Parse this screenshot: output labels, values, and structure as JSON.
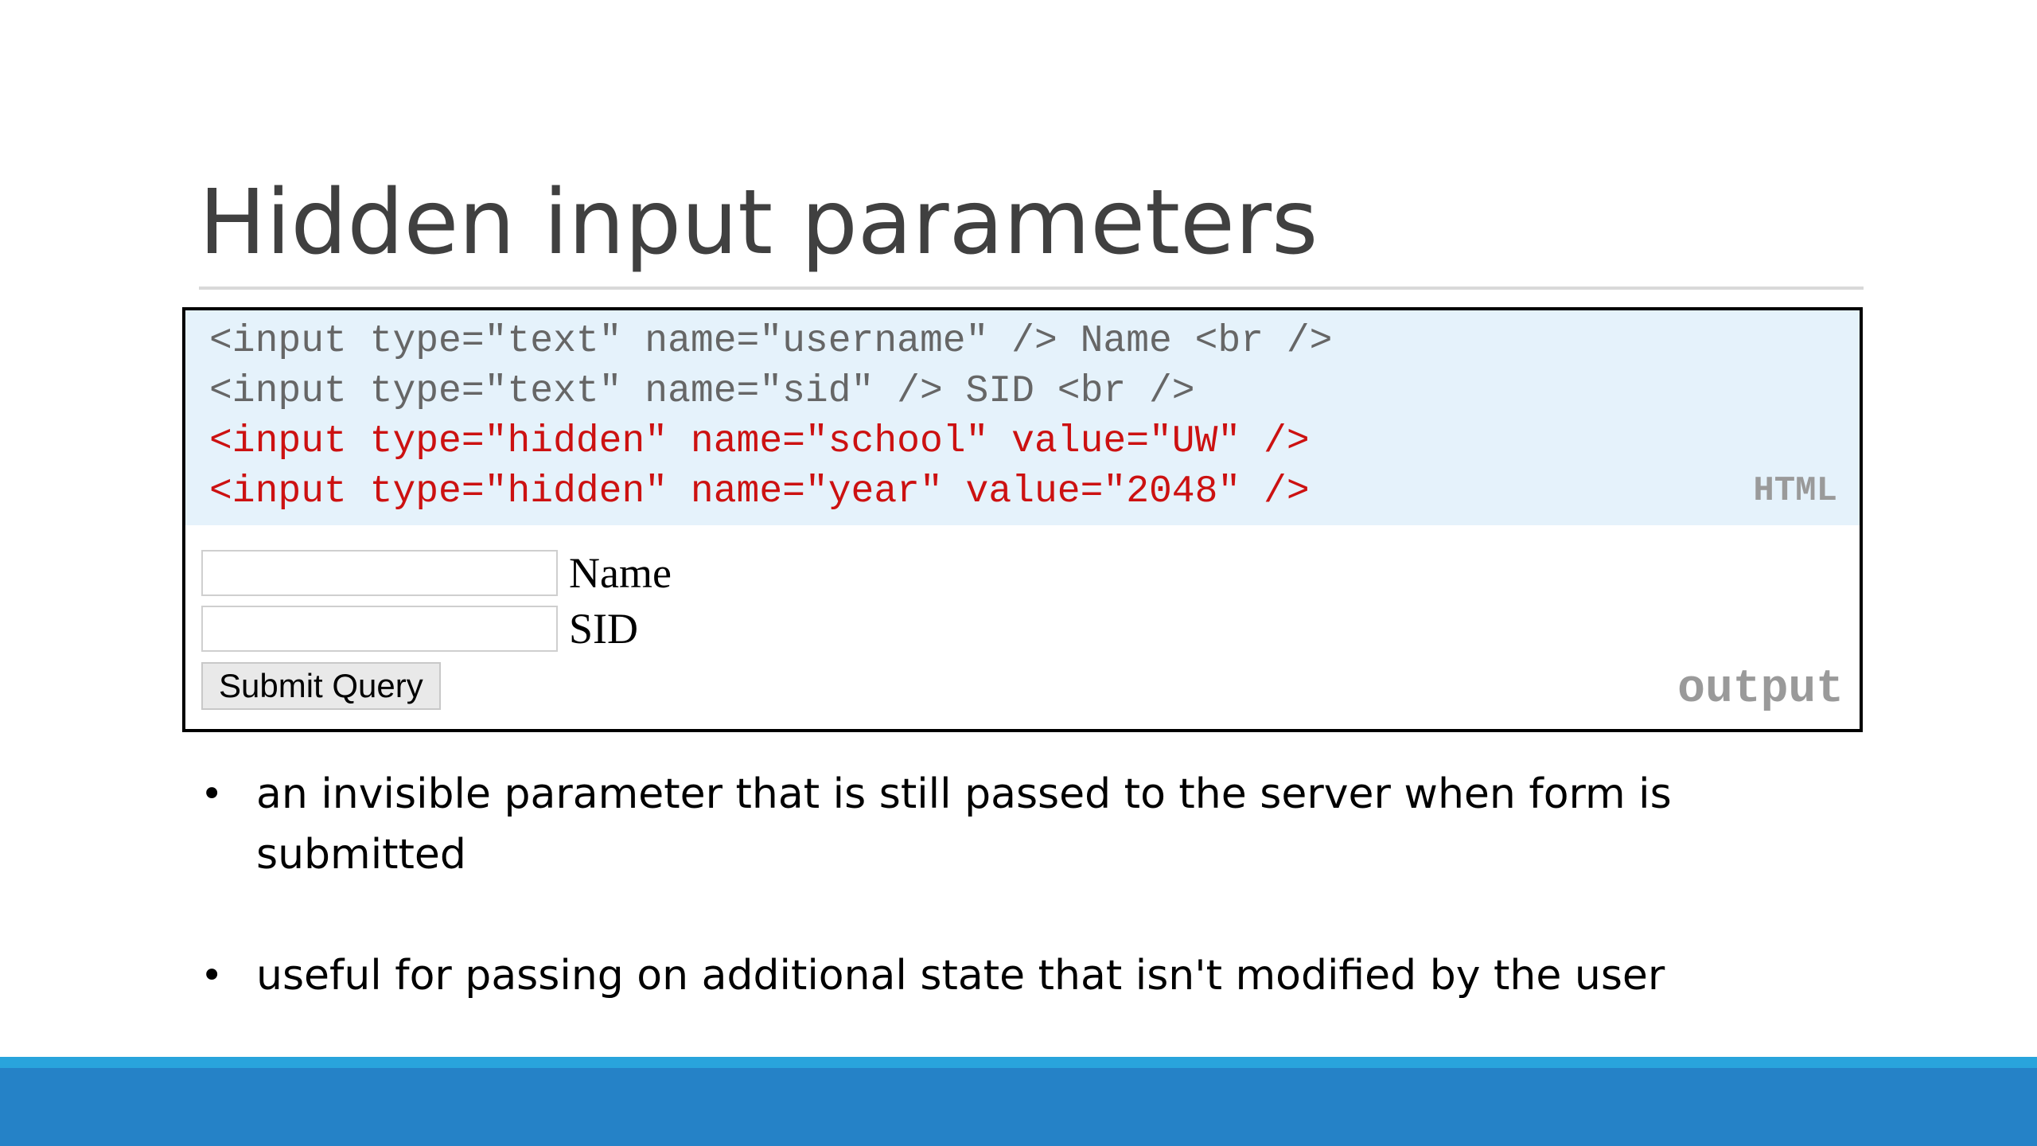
{
  "slide": {
    "title": "Hidden input parameters"
  },
  "code": {
    "lines": [
      "<input type=\"text\" name=\"username\" /> Name <br />",
      "<input type=\"text\" name=\"sid\" /> SID <br />",
      "<input type=\"hidden\" name=\"school\" value=\"UW\" />",
      "<input type=\"hidden\" name=\"year\" value=\"2048\" />"
    ],
    "tag": "HTML",
    "colors": {
      "normal": "#666666",
      "highlight": "#cc1111",
      "background": "#e5f2fb"
    }
  },
  "output": {
    "name_label": "Name",
    "sid_label": "SID",
    "name_value": "",
    "sid_value": "",
    "submit_label": "Submit Query",
    "tag": "output"
  },
  "bullets": [
    "an invisible parameter that is still passed to the server when form is submitted",
    "useful for passing on additional state that isn't modified by the user"
  ],
  "bullet_symbol": "•",
  "theme": {
    "footer_accent": "#29a4dc",
    "footer_bar": "#2582c7"
  }
}
